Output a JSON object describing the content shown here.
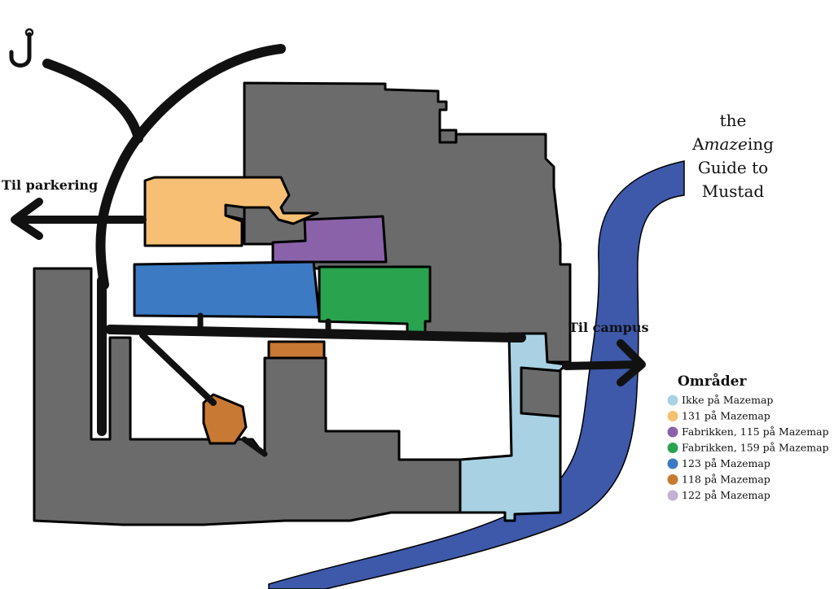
{
  "title": {
    "line1": "the",
    "line2_prefix": "A",
    "line2_emph": "maze",
    "line2_suffix": "ing",
    "line3": "Guide to",
    "line4": "Mustad"
  },
  "arrows": {
    "parking": "Til parkering",
    "campus": "Til campus"
  },
  "legend": {
    "title": "Områder",
    "items": [
      {
        "label": "Ikke på Mazemap",
        "color": "#a8d2e3"
      },
      {
        "label": "131 på Mazemap",
        "color": "#f7bf73"
      },
      {
        "label": "Fabrikken, 115 på Mazemap",
        "color": "#8a62a9"
      },
      {
        "label": "Fabrikken, 159 på Mazemap",
        "color": "#2aa34f"
      },
      {
        "label": "123 på Mazemap",
        "color": "#3c7bc4"
      },
      {
        "label": "118 på Mazemap",
        "color": "#c87933"
      },
      {
        "label": "122 på Mazemap",
        "color": "#c0b2d4"
      }
    ]
  },
  "colors": {
    "building": "#6b6b6b",
    "river": "#3e58aa",
    "road": "#111111"
  },
  "icons": {
    "logo": "hook-icon"
  }
}
